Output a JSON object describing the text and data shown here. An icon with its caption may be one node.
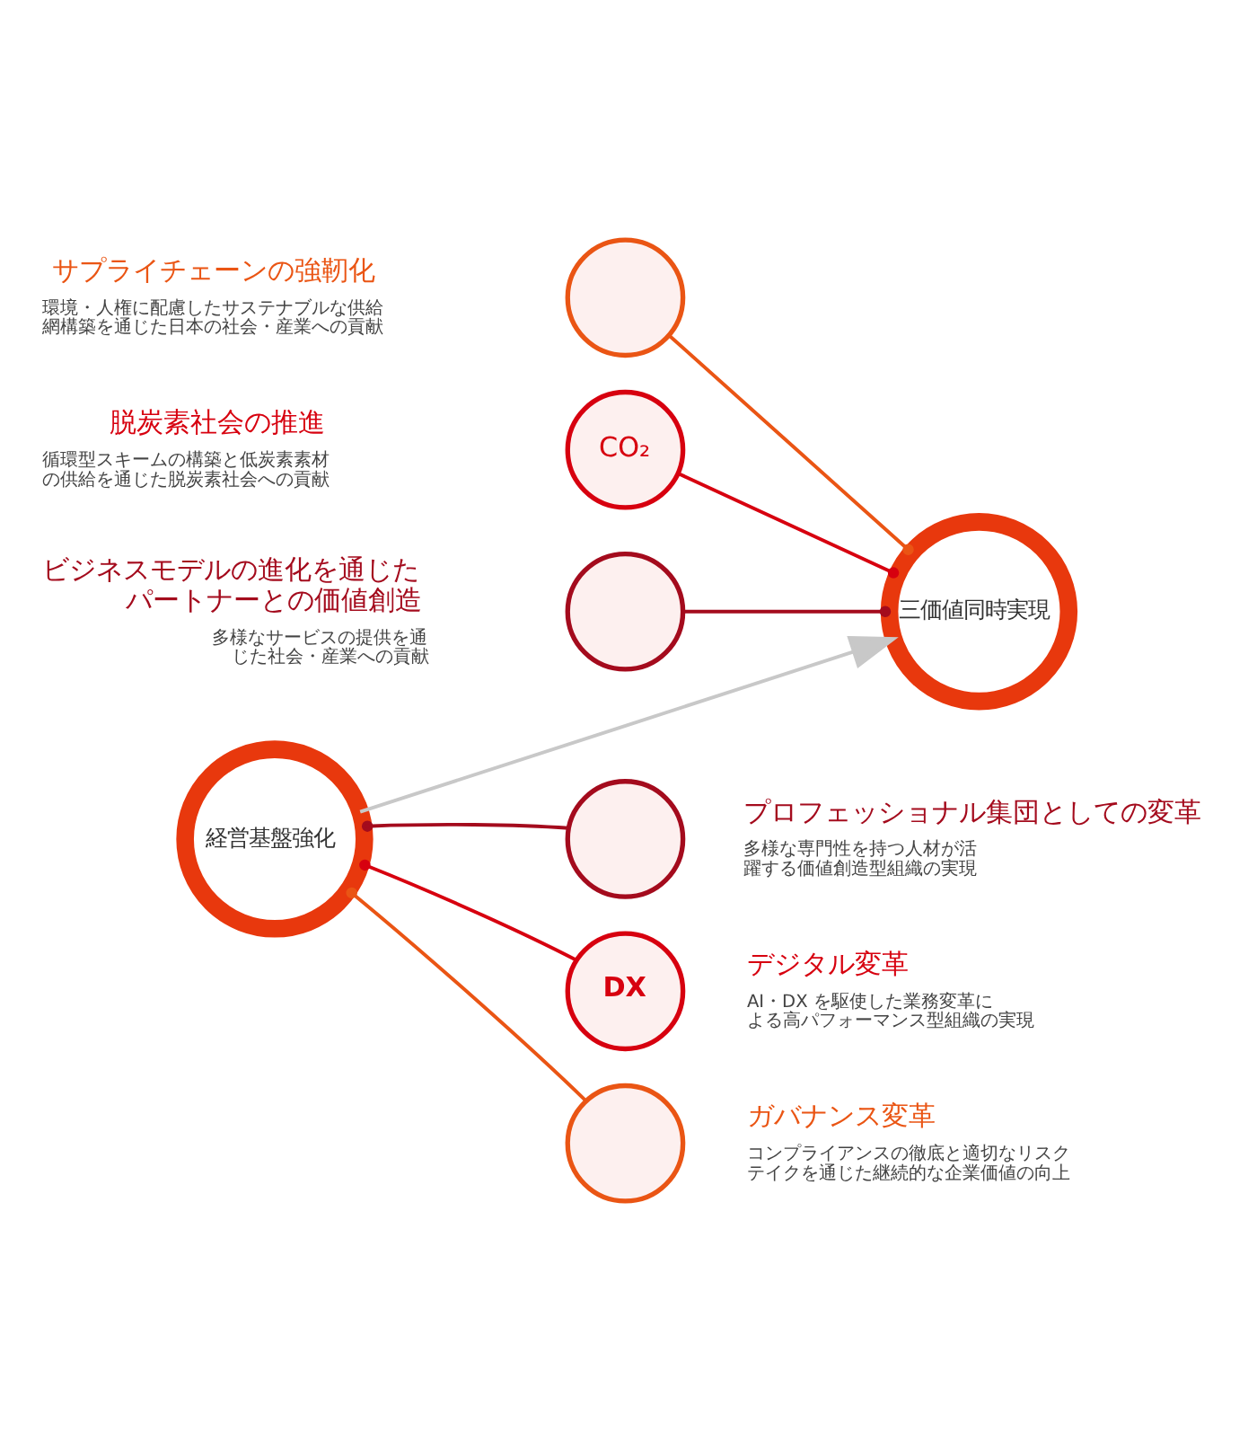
{
  "diagram": {
    "nodes": [
      {
        "text": [],
        "shape": "circle",
        "beside": [
          "サプライチェーンの強靭化",
          "環境・人権に配慮したサステナブルな供給網構築を通じた日本の社会・産業への貢献"
        ]
      },
      {
        "text": [
          "CO₂"
        ],
        "beside": [
          "脱炭素社会の推進",
          "循環型スキームの構築と低炭素素材の供給を通じた脱炭素社会への貢献"
        ]
      },
      {
        "text": [
          "三価値同時実現"
        ]
      },
      {
        "text": [],
        "shape": "circle",
        "beside": [
          "ビジネスモデルの進化を通じたパートナーとの価値創造",
          "多様なサービスの提供を通じた社会・産業への貢献"
        ]
      },
      {
        "text": [],
        "shape": "circle",
        "beside": [
          "プロフェッショナル集団としての変革",
          "多様な専門性を持つ人材が活躍する価値創造型組織の実現"
        ]
      },
      {
        "text": [
          "経営基盤強化"
        ]
      },
      {
        "text": [
          "DX"
        ],
        "beside": [
          "デジタル変革",
          "AI・DX を駆使した業務変革による高パフォーマンス型組織の実現"
        ]
      },
      {
        "text": [],
        "shape": "circle",
        "beside": [
          "ガバナンス変革",
          "コンプライアンスの徹底と適切なリスクテイクを通じた継続的な企業価値の向上"
        ]
      }
    ],
    "edges": [
      {
        "from": 0,
        "to": 2,
        "arrow": "other",
        "color": "#ea5514"
      },
      {
        "from": 1,
        "to": 2,
        "arrow": "other",
        "color": "#d7000f"
      },
      {
        "from": 3,
        "to": 2,
        "arrow": "other",
        "color": "#a40b1d"
      },
      {
        "from": 4,
        "to": 5,
        "arrow": "other",
        "color": "#a40b1d"
      },
      {
        "from": 6,
        "to": 5,
        "arrow": "other",
        "color": "#d7000f"
      },
      {
        "from": 7,
        "to": 5,
        "arrow": "other",
        "color": "#ea5514"
      },
      {
        "from": 5,
        "to": 2,
        "arrow": "to",
        "color": "#c8c8c8"
      }
    ]
  }
}
